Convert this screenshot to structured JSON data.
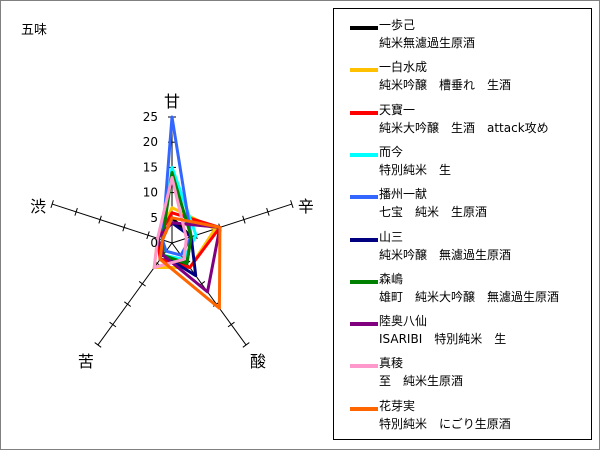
{
  "chart_data": {
    "type": "radar",
    "title": "五味",
    "axes": [
      "甘",
      "辛",
      "酸",
      "苦",
      "渋"
    ],
    "rlim": [
      0,
      25
    ],
    "ticks": [
      0,
      5,
      10,
      15,
      20,
      25
    ],
    "series": [
      {
        "name": "一歩己",
        "desc": "純米無濾過生原酒",
        "color": "#000000",
        "values": [
          5,
          4,
          5,
          4,
          2
        ]
      },
      {
        "name": "一白水成",
        "desc": "純米吟醸　槽垂れ　生酒",
        "color": "#FFC000",
        "values": [
          7,
          9,
          6,
          6,
          3
        ]
      },
      {
        "name": "天寶一",
        "desc": "純米大吟醸　生酒　attack攻め",
        "color": "#FF0000",
        "values": [
          6,
          10,
          6,
          4,
          3
        ]
      },
      {
        "name": "而今",
        "desc": "特別純米　生",
        "color": "#00FFFF",
        "values": [
          15,
          5,
          4,
          3,
          2
        ]
      },
      {
        "name": "播州一献",
        "desc": "七宝　純米　生原酒",
        "color": "#3366FF",
        "values": [
          25,
          4,
          3,
          2,
          2
        ]
      },
      {
        "name": "山三",
        "desc": "純米吟醸　無濾過生原酒",
        "color": "#000080",
        "values": [
          4,
          4,
          8,
          3,
          3
        ]
      },
      {
        "name": "森嶋",
        "desc": "雄町　純米大吟醸　無濾過生原酒",
        "color": "#008000",
        "values": [
          14,
          4,
          5,
          3,
          2
        ]
      },
      {
        "name": "陸奥八仙",
        "desc": "ISARIBI　特別純米　生",
        "color": "#800080",
        "values": [
          4,
          10,
          12,
          3,
          3
        ]
      },
      {
        "name": "真稜",
        "desc": "至　純米生原酒",
        "color": "#FF99CC",
        "values": [
          13,
          3,
          4,
          6,
          3
        ]
      },
      {
        "name": "花芽実",
        "desc": "特別純米　にごり生原酒",
        "color": "#FF6600",
        "values": [
          5,
          10,
          16,
          4,
          2
        ]
      }
    ]
  }
}
